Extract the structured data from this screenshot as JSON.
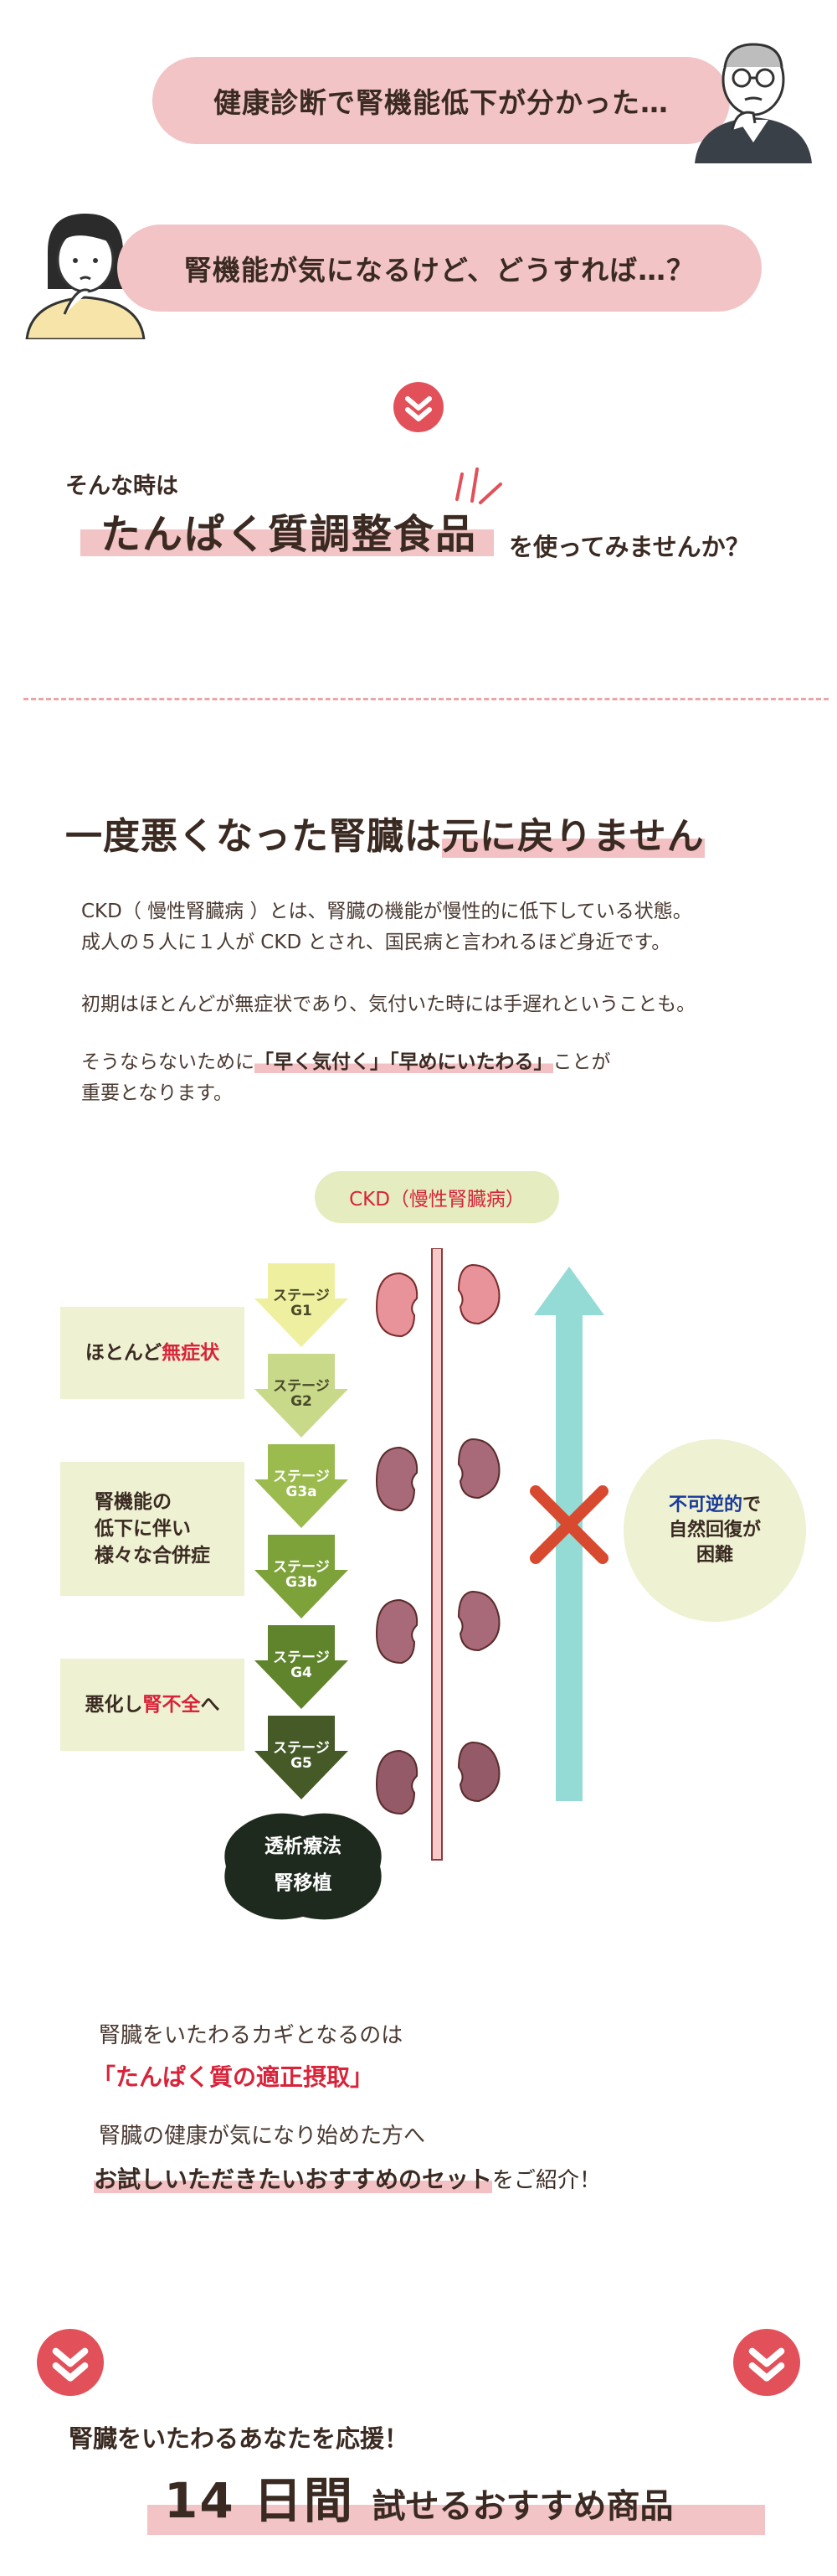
{
  "bubbles": {
    "man": "健康診断で腎機能低下が分かった…",
    "woman": "腎機能が気になるけど、どうすれば…？"
  },
  "intro": {
    "pre": "そんな時は",
    "main": "たんぱく質調整食品",
    "post": "を使ってみませんか？"
  },
  "ckd_section": {
    "title_a": "一度悪くなった腎臓は",
    "title_b": "元に戻りません",
    "p1_line1": "CKD（ 慢性腎臓病 ）とは、腎臓の機能が慢性的に低下している状態。",
    "p1_line2": "成人の５人に１人が CKD とされ、国民病と言われるほど身近です。",
    "p2": "初期はほとんどが無症状であり、気付いた時には手遅れということも。",
    "p3_pre": "そうならないために",
    "p3_k1": "「早く気付く」",
    "p3_k2": "「早めにいたわる」",
    "p3_post": "ことが",
    "p3_line2": "重要となります。"
  },
  "diagram": {
    "title": "CKD（慢性腎臓病）",
    "stages": [
      {
        "label1": "ステージ",
        "label2": "G1",
        "color": "#eef0a0"
      },
      {
        "label1": "ステージ",
        "label2": "G2",
        "color": "#c9d98a"
      },
      {
        "label1": "ステージ",
        "label2": "G3a",
        "color": "#9bbb4e"
      },
      {
        "label1": "ステージ",
        "label2": "G3b",
        "color": "#7ea23a"
      },
      {
        "label1": "ステージ",
        "label2": "G4",
        "color": "#5f842c"
      },
      {
        "label1": "ステージ",
        "label2": "G5",
        "color": "#465a28"
      }
    ],
    "side1_pre": "ほとんど",
    "side1_em": "無症状",
    "side2_l1": "腎機能の",
    "side2_l2": "低下に伴い",
    "side2_l3": "様々な合併症",
    "side3_pre": "悪化し",
    "side3_em": "腎不全",
    "side3_post": "へ",
    "dialysis_l1": "透析療法",
    "dialysis_l2": "腎移植",
    "irr_em": "不可逆的",
    "irr_l1_post": "で",
    "irr_l2": "自然回復が",
    "irr_l3": "困難",
    "colors": {
      "arrow": "#94dbd5",
      "cross": "#d84a2f",
      "kidney_healthy": "#e8939a",
      "kidney_damaged": "#a86a78"
    }
  },
  "key": {
    "line1": "腎臓をいたわるカギとなるのは",
    "line2": "「たんぱく質の適正摂取」",
    "line3": "腎臓の健康が気になり始めた方へ",
    "line4_em": "お試しいただきたいおすすめのセット",
    "line4_post": "をご紹介！"
  },
  "footer": {
    "pre": "腎臓をいたわるあなたを応援！",
    "days": "14 日間",
    "post": "試せるおすすめ商品"
  },
  "icons": {
    "chevron": "double-chevron-down-icon"
  }
}
